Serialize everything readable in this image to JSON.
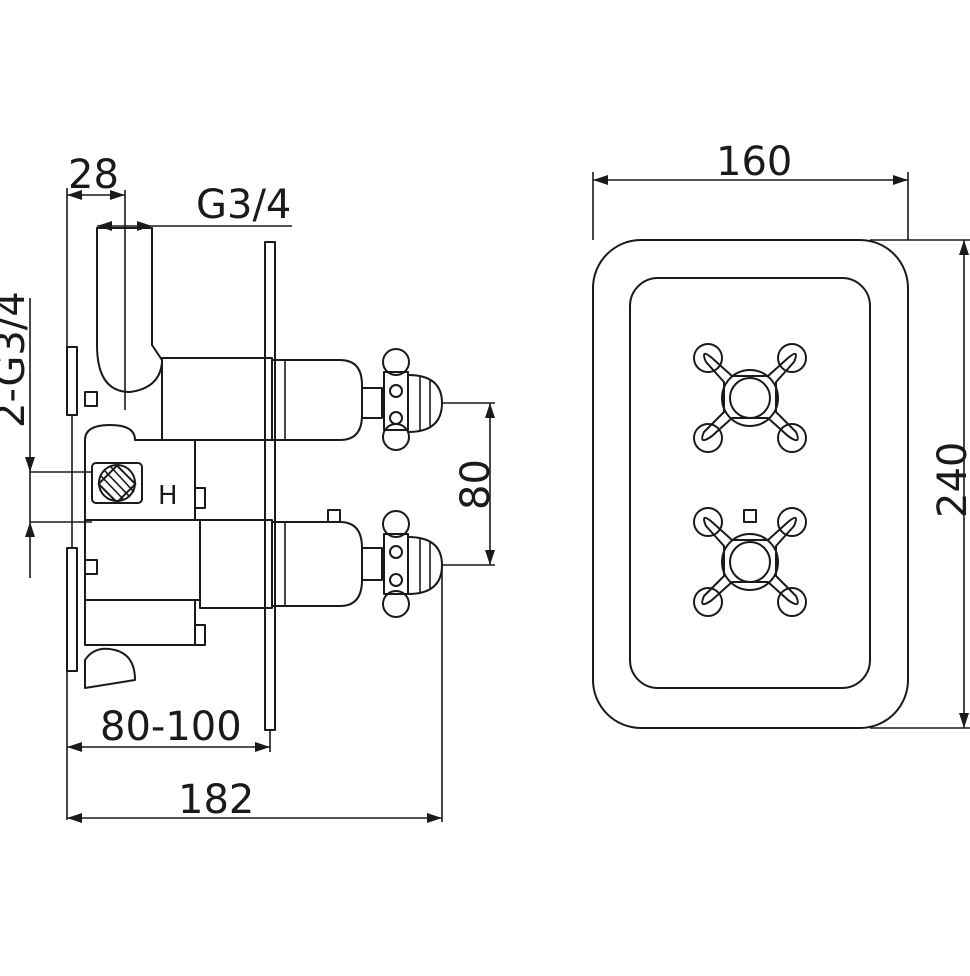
{
  "dimensions": {
    "top_width": "28",
    "inlet_thread": "G3/4",
    "outlet_thread": "2-G3/4",
    "handle_spacing": "80",
    "depth_range": "80-100",
    "overall_depth": "182",
    "plate_width": "160",
    "plate_height": "240"
  },
  "body_marking": "H"
}
